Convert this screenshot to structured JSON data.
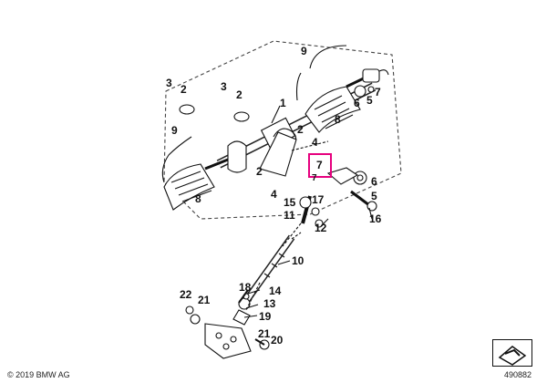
{
  "diagram": {
    "part_numbers": {
      "p1": "1",
      "p2a": "2",
      "p2b": "2",
      "p2c": "2",
      "p2d": "2",
      "p3a": "3",
      "p3b": "3",
      "p4a": "4",
      "p4b": "4",
      "p5a": "5",
      "p5b": "5",
      "p6a": "6",
      "p6b": "6",
      "p7a": "7",
      "p7b": "7",
      "p7c": "7",
      "p8a": "8",
      "p8b": "8",
      "p9a": "9",
      "p9b": "9",
      "p10": "10",
      "p11": "11",
      "p12": "12",
      "p13": "13",
      "p14": "14",
      "p15": "15",
      "p16": "16",
      "p17": "17",
      "p18": "18",
      "p19": "19",
      "p20": "20",
      "p21a": "21",
      "p21b": "21",
      "p22": "22"
    },
    "highlight_color": "#e6007e",
    "copyright": "© 2019 BMW AG",
    "diagram_id": "490882"
  }
}
